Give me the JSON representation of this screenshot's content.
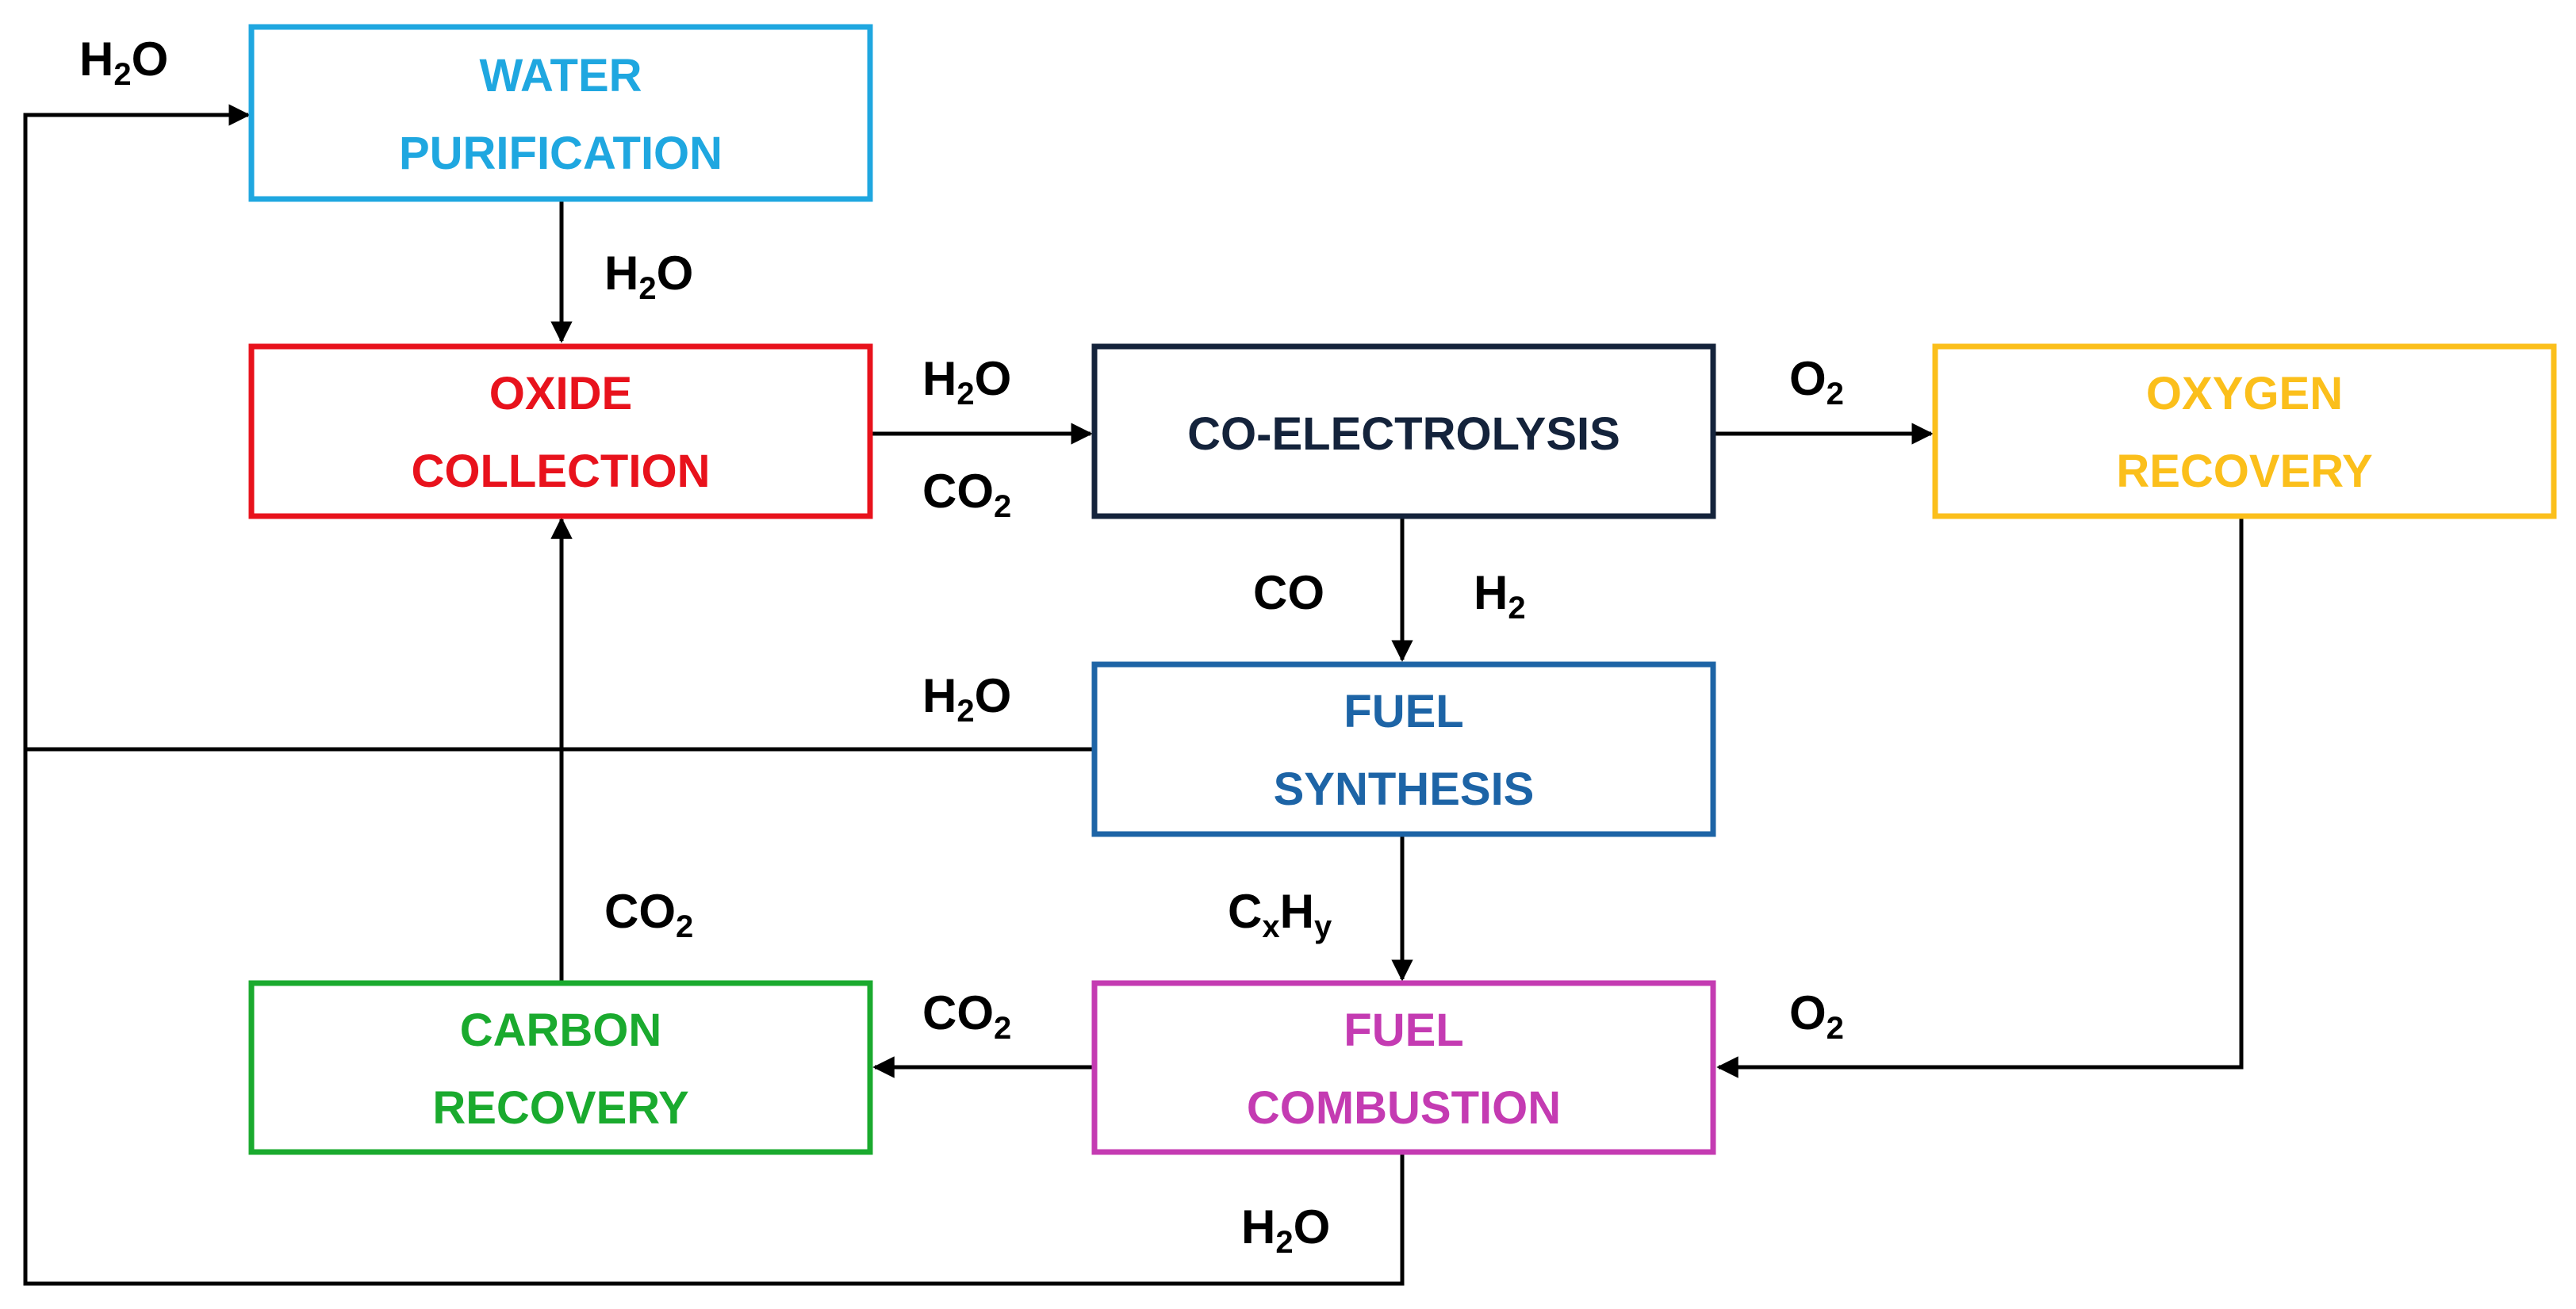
{
  "colors": {
    "water": "#1fa7e0",
    "oxide": "#e8121c",
    "electrolysis": "#14233b",
    "oxygen": "#fbbf1b",
    "synthesis": "#1d64a6",
    "carbon": "#1aaa2e",
    "combustion": "#c43bb2",
    "line": "#000000"
  },
  "boxes": {
    "water_purification": [
      "WATER",
      "PURIFICATION"
    ],
    "oxide_collection": [
      "OXIDE",
      "COLLECTION"
    ],
    "co_electrolysis": [
      "CO-ELECTROLYSIS"
    ],
    "oxygen_recovery": [
      "OXYGEN",
      "RECOVERY"
    ],
    "fuel_synthesis": [
      "FUEL",
      "SYNTHESIS"
    ],
    "carbon_recovery": [
      "CARBON",
      "RECOVERY"
    ],
    "fuel_combustion": [
      "FUEL",
      "COMBUSTION"
    ]
  },
  "flows": {
    "h2o_feed": {
      "main": "H",
      "sub": "2",
      "tail": "O"
    },
    "h2o_purified": {
      "main": "H",
      "sub": "2",
      "tail": "O"
    },
    "h2o_to_electrolysis": {
      "main": "H",
      "sub": "2",
      "tail": "O"
    },
    "co2_to_electrolysis": {
      "main": "CO",
      "sub": "2",
      "tail": ""
    },
    "o2_to_recovery": {
      "main": "O",
      "sub": "2",
      "tail": ""
    },
    "co_product": {
      "main": "CO",
      "sub": "",
      "tail": ""
    },
    "h2_product": {
      "main": "H",
      "sub": "2",
      "tail": ""
    },
    "h2o_from_synthesis": {
      "main": "H",
      "sub": "2",
      "tail": "O"
    },
    "co2_recycle": {
      "main": "CO",
      "sub": "2",
      "tail": ""
    },
    "cxhy_fuel": {
      "c": "C",
      "x": "x",
      "h": "H",
      "y": "y"
    },
    "co2_from_combustion": {
      "main": "CO",
      "sub": "2",
      "tail": ""
    },
    "o2_to_combustion": {
      "main": "O",
      "sub": "2",
      "tail": ""
    },
    "h2o_from_combustion": {
      "main": "H",
      "sub": "2",
      "tail": "O"
    }
  }
}
